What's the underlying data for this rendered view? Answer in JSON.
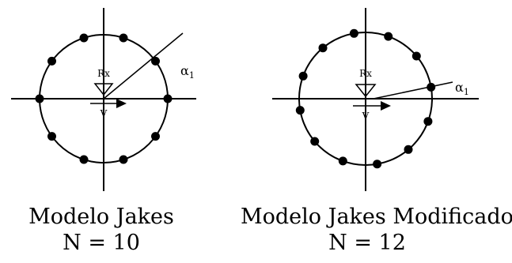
{
  "diagrams": [
    {
      "id": "jakes",
      "title": "Modelo Jakes",
      "subtitle": "N = 10",
      "receiver_label": "Rx",
      "velocity_label": "V",
      "angle_label": "α",
      "angle_subscript": "1",
      "oscillator_count": 10,
      "first_oscillator_angle_deg": 0
    },
    {
      "id": "jakes-modificado",
      "title": "Modelo Jakes Modificado",
      "subtitle": "N = 12",
      "receiver_label": "Rx",
      "velocity_label": "V",
      "angle_label": "α",
      "angle_subscript": "1",
      "oscillator_count": 12,
      "first_oscillator_angle_deg": 10
    }
  ],
  "colors": {
    "ink": "#000000",
    "background": "#ffffff"
  }
}
